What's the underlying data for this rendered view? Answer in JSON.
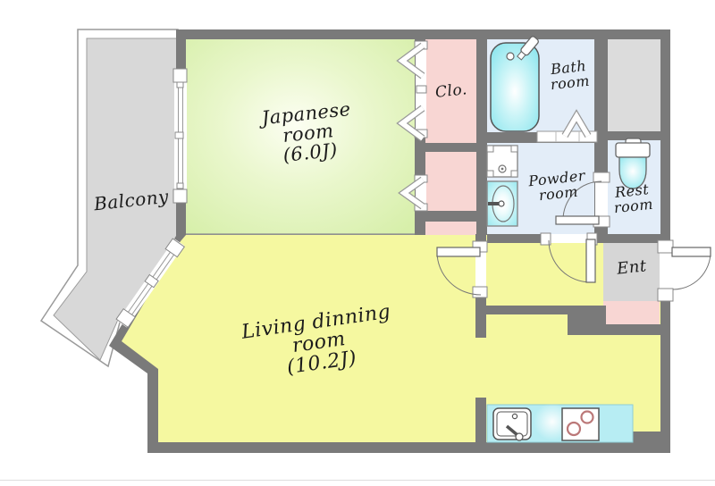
{
  "plan": {
    "balcony": {
      "label": "Balcony"
    },
    "japanese_room": {
      "line1": "Japanese",
      "line2": "room",
      "size": "(6.0J)"
    },
    "living_room": {
      "line1": "Living dinning",
      "line2": "room",
      "size": "(10.2J)"
    },
    "closet": {
      "label": "Clo."
    },
    "bath_room": {
      "line1": "Bath",
      "line2": "room"
    },
    "powder_room": {
      "line1": "Powder",
      "line2": "room"
    },
    "rest_room": {
      "line1": "Rest",
      "line2": "room"
    },
    "entrance": {
      "label": "Ent"
    }
  },
  "colors": {
    "wall": "#7a7a7a",
    "living_yellow": "#f5f8a0",
    "closet_pink": "#f8d6d3",
    "wet_area_blue": "#e3edf8",
    "balcony_gray": "#d8d8d8",
    "shaft_gray": "#dcdcdc",
    "entrance_gray": "#d6d6d6",
    "counter_cyan": "#b7edf3",
    "burner_red": "#bb7878"
  },
  "fixtures": [
    "bathtub",
    "shower-faucet",
    "washing-machine-pan",
    "washbasin",
    "toilet",
    "kitchen-sink",
    "stove-2-burner"
  ]
}
